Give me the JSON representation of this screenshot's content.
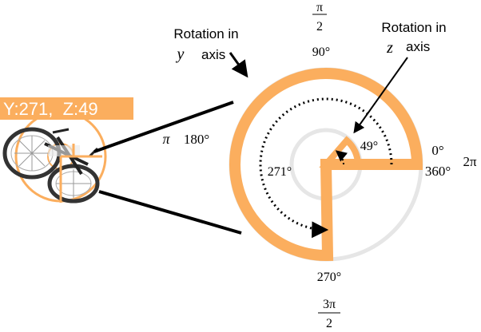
{
  "badge": {
    "text": "Y:271,  Z:49"
  },
  "annotations": {
    "y_axis_line1": "Rotation in",
    "y_axis_var": "y",
    "y_axis_word": "axis",
    "z_axis_line1": "Rotation in",
    "z_axis_var": "z",
    "z_axis_word": "axis"
  },
  "angles": {
    "top_pi": "π",
    "top_den": "2",
    "top_deg": "90°",
    "left_pi": "π",
    "left_deg": "180°",
    "right_deg0": "0°",
    "right_deg360": "360°",
    "right_2pi": "2π",
    "bottom_deg": "270°",
    "bottom_num": "3π",
    "bottom_den": "2",
    "y_value": "271°",
    "z_value": "49°"
  },
  "colors": {
    "orange": "#FBAE5E",
    "gray_ring": "#E6E6E6",
    "ink": "#000000"
  },
  "icons": {
    "bicycle": "crashed-bicycle-photo"
  }
}
